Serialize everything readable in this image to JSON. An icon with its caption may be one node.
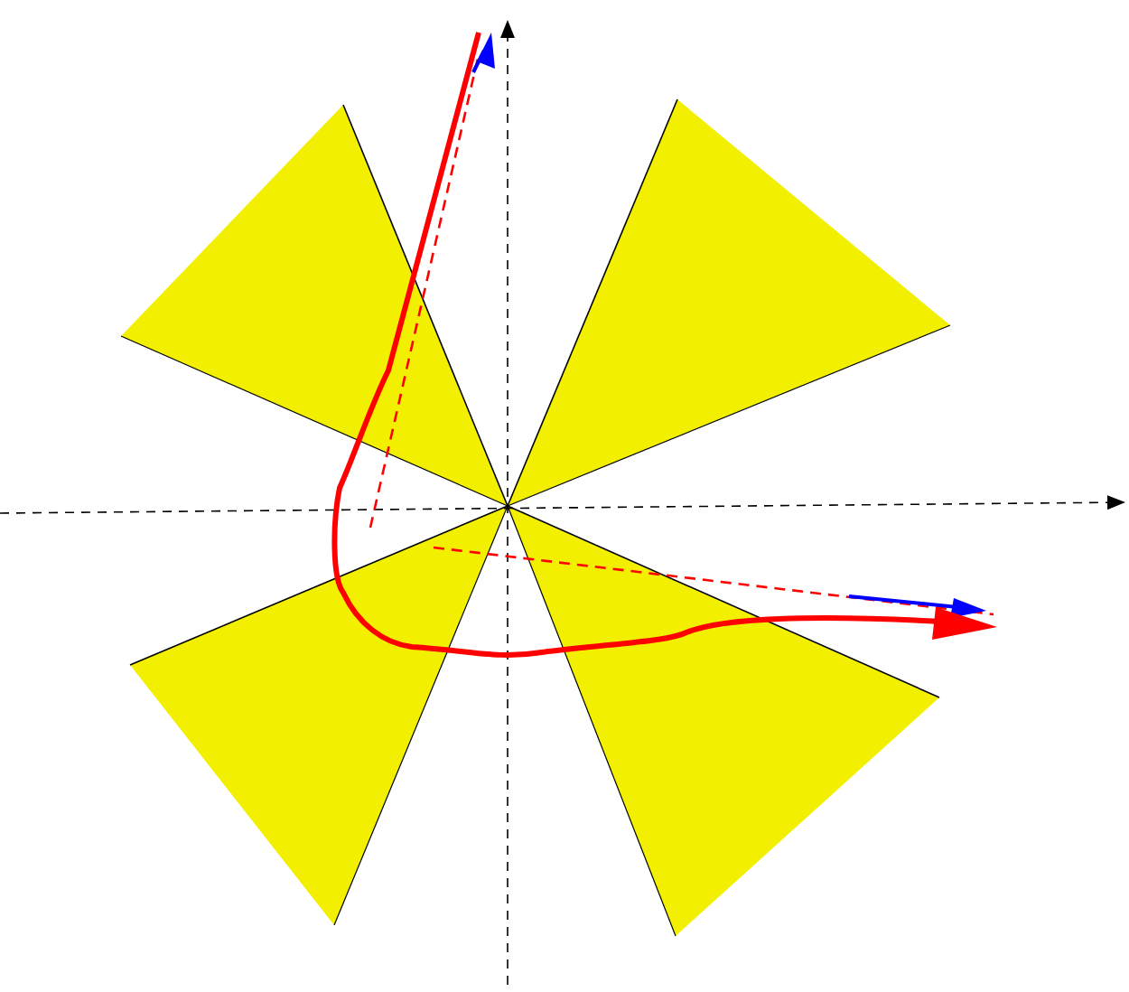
{
  "diagram": {
    "nodes": [
      {
        "text": [],
        "shape": "triangle"
      },
      {
        "text": [],
        "shape": "triangle"
      },
      {
        "text": [],
        "shape": "triangle"
      },
      {
        "text": [],
        "shape": "triangle"
      }
    ]
  }
}
